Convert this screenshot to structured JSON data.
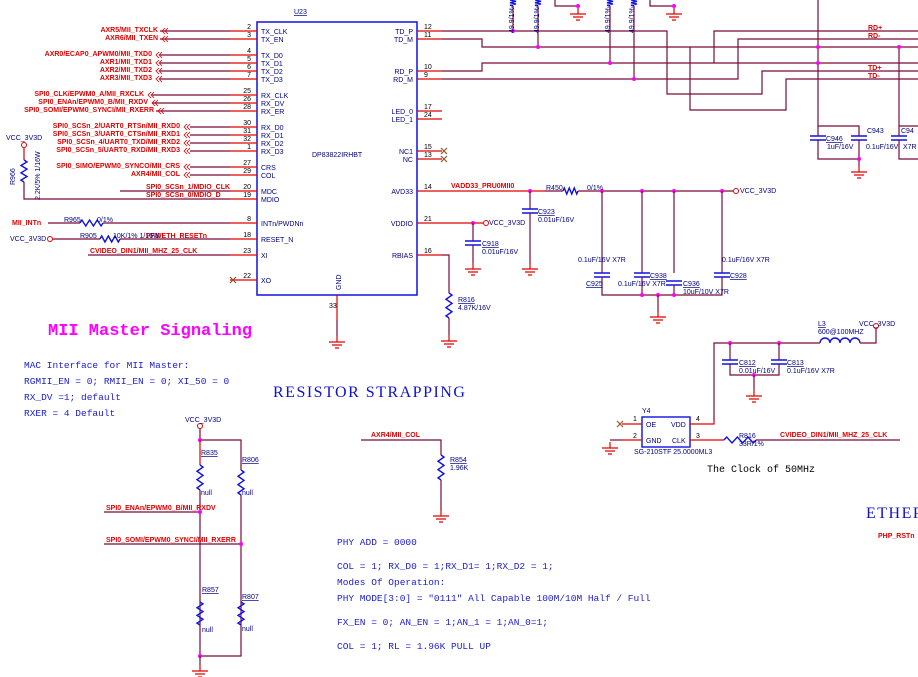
{
  "colors": {
    "wire": "#7a0a3a",
    "pin": "#e00000",
    "part": "#1010e0",
    "junction": "#ff00ff",
    "net_label": "#e00000",
    "note": "#2020d0",
    "title": "#ff00ff"
  },
  "u23": {
    "ref": "U23",
    "part": "DP83822IRHBT",
    "gnd_pin": "GND",
    "gnd_num": "33",
    "left_pins": [
      {
        "num": "2",
        "name": "TX_CLK",
        "net": "AXR5/MII_TXCLK"
      },
      {
        "num": "3",
        "name": "TX_EN",
        "net": "AXR6/MII_TXEN"
      },
      {
        "num": "4",
        "name": "TX_D0",
        "net": "AXR0/ECAP0_APWM0/MII_TXD0"
      },
      {
        "num": "5",
        "name": "TX_D1",
        "net": "AXR1/MII_TXD1"
      },
      {
        "num": "6",
        "name": "TX_D2",
        "net": "AXR2/MII_TXD2"
      },
      {
        "num": "7",
        "name": "TX_D3",
        "net": "AXR3/MII_TXD3"
      },
      {
        "num": "25",
        "name": "RX_CLK",
        "net": "SPI0_CLK/EPWM0_A/MII_RXCLK"
      },
      {
        "num": "26",
        "name": "RX_DV",
        "net": "SPI0_ENAn/EPWM0_B/MII_RXDV"
      },
      {
        "num": "28",
        "name": "RX_ER",
        "net": "SPI0_SOMI/EPWM0_SYNCI/MII_RXERR"
      },
      {
        "num": "30",
        "name": "RX_D0",
        "net": "SPI0_SCSn_2/UART0_RTSn/MII_RXD0"
      },
      {
        "num": "31",
        "name": "RX_D1",
        "net": "SPI0_SCSn_3/UART0_CTSn/MII_RXD1"
      },
      {
        "num": "32",
        "name": "RX_D2",
        "net": "SPI0_SCSn_4/UART0_TXD/MII_RXD2"
      },
      {
        "num": "1",
        "name": "RX_D3",
        "net": "SPI0_SCSn_5/UART0_RXD/MII_RXD3"
      },
      {
        "num": "27",
        "name": "CRS",
        "net": "SPI0_SIMO/EPWM0_SYNCO/MII_CRS"
      },
      {
        "num": "29",
        "name": "COL",
        "net": "AXR4/MII_COL"
      },
      {
        "num": "20",
        "name": "MDC",
        "net": "SPI0_SCSn_1/MDIO_CLK"
      },
      {
        "num": "19",
        "name": "MDIO",
        "net": "SPI0_SCSn_0/MDIO_D"
      },
      {
        "num": "8",
        "name": "INTn/PWDNn",
        "net": "MII_INTn"
      },
      {
        "num": "18",
        "name": "RESET_N",
        "net": "PFWETH_RESETn"
      },
      {
        "num": "23",
        "name": "XI",
        "net": "CVIDEO_DIN1/MII_MHZ_25_CLK"
      },
      {
        "num": "22",
        "name": "XO",
        "net": ""
      }
    ],
    "right_pins": [
      {
        "num": "12",
        "name": "TD_P"
      },
      {
        "num": "11",
        "name": "TD_M"
      },
      {
        "num": "10",
        "name": "RD_P"
      },
      {
        "num": "9",
        "name": "RD_M"
      },
      {
        "num": "17",
        "name": "LED_0"
      },
      {
        "num": "24",
        "name": "LED_1"
      },
      {
        "num": "15",
        "name": "NC1"
      },
      {
        "num": "13",
        "name": "NC"
      },
      {
        "num": "14",
        "name": "AVD33"
      },
      {
        "num": "21",
        "name": "VDDIO"
      },
      {
        "num": "16",
        "name": "RBIAS"
      }
    ]
  },
  "power": "VCC_3V3D",
  "nets": {
    "rd_p": "RD+",
    "rd_m": "RD-",
    "td_p": "TD+",
    "td_m": "TD-",
    "vadd": "VADD33_PRU0MII0",
    "php_rst": "PHP_RSTn",
    "mii_col": "AXR4/MII_COL",
    "rxdv": "SPI0_ENAn/EPWM0_B/MII_RXDV",
    "rxerr": "SPI0_SOMI/EPWM0_SYNCI/MII_RXERR",
    "clk": "CVIDEO_DIN1/MII_MHZ_25_CLK"
  },
  "components": {
    "term_value": "49.9/1%",
    "R966": {
      "ref": "R966",
      "value": "2.2K/5% 1/16W"
    },
    "R965": {
      "ref": "R965",
      "value": "0/1%"
    },
    "R905": {
      "ref": "R905",
      "value": "10K/1% 1/16W"
    },
    "R450": {
      "ref": "R450",
      "value": "0/1%"
    },
    "R816a": {
      "ref": "R816",
      "value": "4.87K/16V"
    },
    "C923": {
      "ref": "C923",
      "value": "0.01uF/16V"
    },
    "C918": {
      "ref": "C918",
      "value": "0.01uF/16V"
    },
    "C925": {
      "ref": "C925",
      "value": "0.1uF/16V X7R"
    },
    "C938": {
      "ref": "C938",
      "value": "0.1uF/16V X7R"
    },
    "C936": {
      "ref": "C936",
      "value": "10uF/10V X7R"
    },
    "C928": {
      "ref": "C928",
      "value": "0.1uF/16V X7R"
    },
    "C946": {
      "ref": "C946",
      "value": "1uF/16V"
    },
    "C943": {
      "ref": "C943",
      "value": "0.1uF/16V"
    },
    "C94x": {
      "ref": "C94",
      "value": "X7R"
    },
    "L3": {
      "ref": "L3",
      "value": "600@100MHZ"
    },
    "C812": {
      "ref": "C812",
      "value": "0.01uF/16V"
    },
    "C813": {
      "ref": "C813",
      "value": "0.1uF/16V X7R"
    },
    "Y4": {
      "ref": "Y4",
      "part": "SG-210STF 25.0000ML3",
      "pins": [
        {
          "num": "1",
          "name": "OE"
        },
        {
          "num": "2",
          "name": "GND"
        },
        {
          "num": "4",
          "name": "VDD"
        },
        {
          "num": "3",
          "name": "CLK"
        }
      ]
    },
    "R816b": {
      "ref": "R816",
      "value": "33R/1%"
    },
    "R835": {
      "ref": "R835",
      "value": "null"
    },
    "R806": {
      "ref": "R806",
      "value": "null"
    },
    "R857": {
      "ref": "R857",
      "value": "null"
    },
    "R807": {
      "ref": "R807",
      "value": "null"
    },
    "R854": {
      "ref": "R854",
      "value": "1.96K"
    }
  },
  "text": {
    "mii_title": "MII Master Signaling",
    "mac_lines": [
      "MAC Interface for MII Master:",
      "RGMII_EN = 0; RMII_EN = 0; XI_50 = 0",
      "RX_DV =1; default",
      "RXER = 4 Default"
    ],
    "strapping": "RESISTOR STRAPPING",
    "phy_lines": [
      "PHY ADD = 0000",
      "COL = 1; RX_D0 = 1;RX_D1= 1;RX_D2 = 1;",
      "Modes Of Operation:",
      "PHY MODE[3:0] = \"0111\"  All Capable 100M/10M Half / Full",
      "FX_EN = 0; AN_EN = 1;AN_1 = 1;AN_0=1;",
      "COL = 1; RL = 1.96K PULL UP"
    ],
    "clock_note": "The Clock of 50MHz",
    "ether": "ETHER"
  }
}
